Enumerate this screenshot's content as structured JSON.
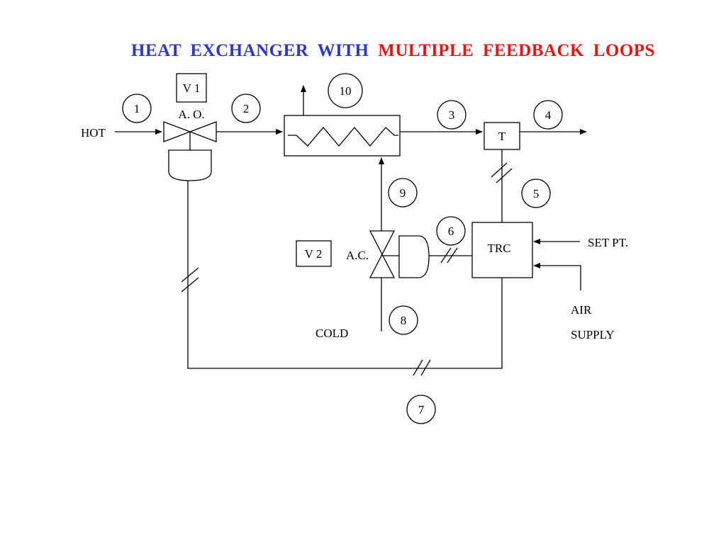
{
  "title": {
    "part1": "HEAT  EXCHANGER  WITH",
    "part2": "MULTIPLE  FEEDBACK  LOOPS",
    "part1_color": "#2f37c8",
    "part2_color": "#ee1111"
  },
  "labels": {
    "hot": "HOT",
    "cold": "COLD",
    "v1": "V 1",
    "v2": "V 2",
    "ao": "A. O.",
    "ac": "A.C.",
    "t": "T",
    "trc": "TRC",
    "set_pt": "SET  PT.",
    "air": "AIR",
    "supply": "SUPPLY"
  },
  "stream_numbers": {
    "n1": "1",
    "n2": "2",
    "n3": "3",
    "n4": "4",
    "n5": "5",
    "n6": "6",
    "n7": "7",
    "n8": "8",
    "n9": "9",
    "n10": "10"
  }
}
